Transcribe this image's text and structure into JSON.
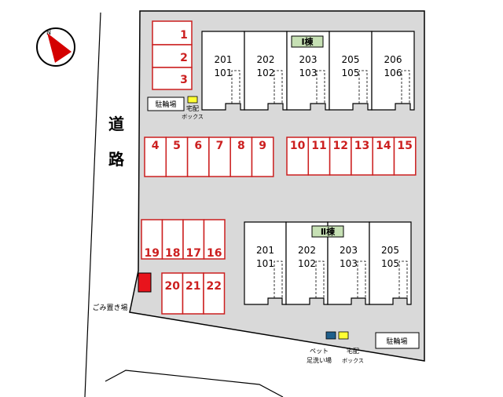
{
  "colors": {
    "lot": "#d9d9d9",
    "parking_border": "#cc1f1f",
    "parking_text": "#cc1f1f",
    "building_highlight": "#c6e0b4",
    "box_yellow": "#ffff33",
    "box_blue": "#1f5f8b",
    "garbage": "#e8141c",
    "compass_red": "#d40000"
  },
  "road_label": [
    "道",
    "路"
  ],
  "compass": {
    "letter": "N"
  },
  "parking": {
    "group_top": [
      "1",
      "2",
      "3"
    ],
    "row_left": [
      "4",
      "5",
      "6",
      "7",
      "8",
      "9"
    ],
    "row_right": [
      "10",
      "11",
      "12",
      "13",
      "14",
      "15"
    ],
    "row_lower": [
      "19",
      "18",
      "17",
      "16"
    ],
    "row_bottom": [
      "20",
      "21",
      "22"
    ]
  },
  "building1": {
    "name": "Ⅰ棟",
    "units": [
      {
        "upper": "201",
        "lower": "101"
      },
      {
        "upper": "202",
        "lower": "102"
      },
      {
        "upper": "203",
        "lower": "103"
      },
      {
        "upper": "205",
        "lower": "105"
      },
      {
        "upper": "206",
        "lower": "106"
      }
    ]
  },
  "building2": {
    "name": "Ⅱ棟",
    "units": [
      {
        "upper": "201",
        "lower": "101"
      },
      {
        "upper": "202",
        "lower": "102"
      },
      {
        "upper": "203",
        "lower": "103"
      },
      {
        "upper": "205",
        "lower": "105"
      }
    ]
  },
  "bike_parking_top": "駐輪場",
  "bike_parking_bottom": "駐輪場",
  "delivery_top": [
    "宅配",
    "ボックス"
  ],
  "delivery_bottom": [
    "宅配",
    "ボックス"
  ],
  "pet_wash": [
    "ペット",
    "足洗い場"
  ],
  "garbage_label": "ごみ置き場"
}
